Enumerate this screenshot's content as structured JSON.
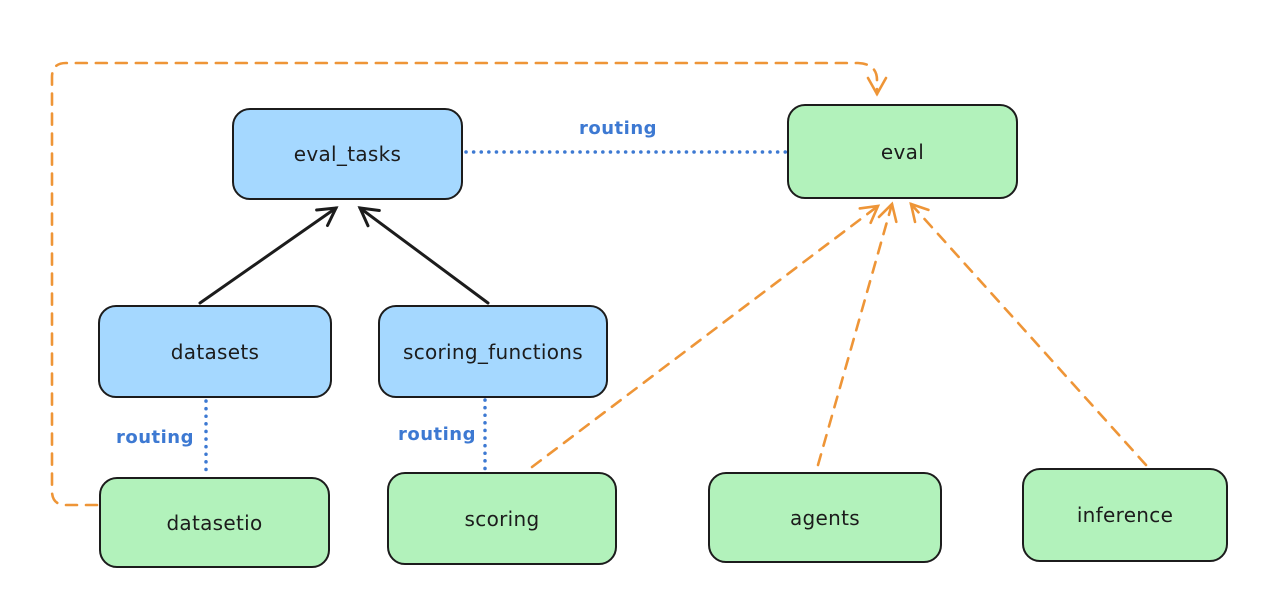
{
  "diagram": {
    "nodes": [
      {
        "id": "eval_tasks",
        "label": "eval_tasks",
        "color": "blue"
      },
      {
        "id": "eval",
        "label": "eval",
        "color": "green"
      },
      {
        "id": "datasets",
        "label": "datasets",
        "color": "blue"
      },
      {
        "id": "scoring_functions",
        "label": "scoring_functions",
        "color": "blue"
      },
      {
        "id": "datasetio",
        "label": "datasetio",
        "color": "green"
      },
      {
        "id": "scoring",
        "label": "scoring",
        "color": "green"
      },
      {
        "id": "agents",
        "label": "agents",
        "color": "green"
      },
      {
        "id": "inference",
        "label": "inference",
        "color": "green"
      }
    ],
    "edges": [
      {
        "from": "datasets",
        "to": "eval_tasks",
        "style": "solid-arrow",
        "color": "black"
      },
      {
        "from": "scoring_functions",
        "to": "eval_tasks",
        "style": "solid-arrow",
        "color": "black"
      },
      {
        "from": "eval_tasks",
        "to": "eval",
        "style": "dotted",
        "color": "blue",
        "label": "routing"
      },
      {
        "from": "datasets",
        "to": "datasetio",
        "style": "dotted",
        "color": "blue",
        "label": "routing"
      },
      {
        "from": "scoring_functions",
        "to": "scoring",
        "style": "dotted",
        "color": "blue",
        "label": "routing"
      },
      {
        "from": "datasetio",
        "to": "eval",
        "style": "dashed-arrow",
        "color": "orange"
      },
      {
        "from": "scoring",
        "to": "eval",
        "style": "dashed-arrow",
        "color": "orange"
      },
      {
        "from": "agents",
        "to": "eval",
        "style": "dashed-arrow",
        "color": "orange"
      },
      {
        "from": "inference",
        "to": "eval",
        "style": "dashed-arrow",
        "color": "orange"
      }
    ],
    "colors": {
      "node_blue": "#a5d8ff",
      "node_green": "#b2f2bb",
      "stroke": "#1c1c1c",
      "orange_accent": "#ee9537",
      "routing_blue": "#3d79d2",
      "background": "#ffffff"
    }
  }
}
